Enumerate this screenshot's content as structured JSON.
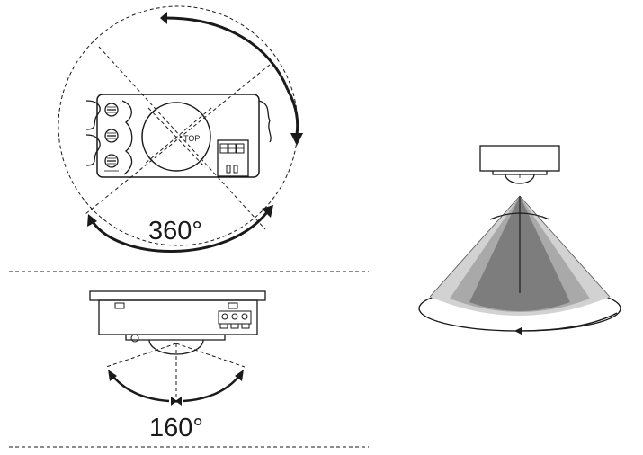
{
  "labels": {
    "rotation_angle": "360°",
    "detection_angle": "160°",
    "top_marker": "TOP"
  },
  "icons": [
    "motion-sensor-top-view",
    "motion-sensor-side-view",
    "ceiling-sensor",
    "detection-cone"
  ],
  "colors": {
    "line": "#1a1a1a",
    "cone_outer": "#d2d2d2",
    "cone_middle": "#a9a9a9",
    "cone_inner": "#7d7d7d",
    "floor_ring": "#e6e6e6"
  }
}
